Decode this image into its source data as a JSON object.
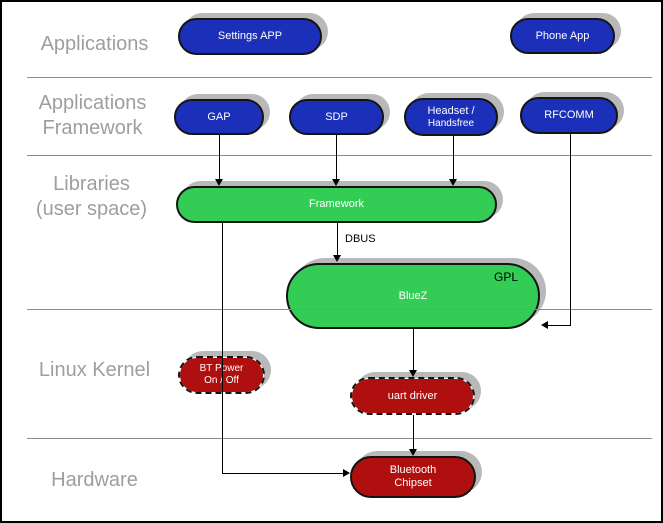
{
  "layers": {
    "applications": {
      "label": "Applications"
    },
    "applications_framework": {
      "line1": "Applications",
      "line2": "Framework"
    },
    "libraries": {
      "line1": "Libraries",
      "line2": "(user space)"
    },
    "linux_kernel": {
      "label": "Linux Kernel"
    },
    "hardware": {
      "label": "Hardware"
    }
  },
  "nodes": {
    "settings_app": {
      "label": "Settings APP"
    },
    "phone_app": {
      "label": "Phone App"
    },
    "gap": {
      "label": "GAP"
    },
    "sdp": {
      "label": "SDP"
    },
    "headset": {
      "line1": "Headset /",
      "line2": "Handsfree"
    },
    "rfcomm": {
      "label": "RFCOMM"
    },
    "framework": {
      "label": "Framework"
    },
    "bluez": {
      "label": "BlueZ",
      "badge": "GPL"
    },
    "bt_power": {
      "line1": "BT Power",
      "line2": "On / Off"
    },
    "uart_driver": {
      "label": "uart driver"
    },
    "bluetooth_chipset": {
      "line1": "Bluetooth",
      "line2": "Chipset"
    }
  },
  "edges": {
    "dbus_label": "DBUS"
  },
  "colors": {
    "app_node_blue": "#1b2fb8",
    "userspace_node_green": "#33cc55",
    "kernel_node_red": "#b00f0f",
    "shadow_gray": "#b9b9b9",
    "layer_label_gray": "#9e9e9e",
    "separator_gray": "#8c8c8c"
  }
}
